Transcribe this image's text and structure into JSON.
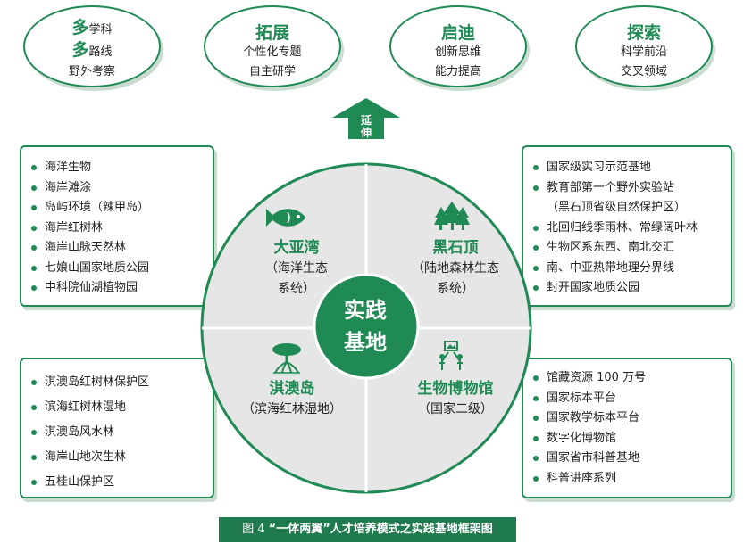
{
  "ovals": [
    {
      "rows": [
        {
          "big": "多",
          "rest": "学科"
        },
        {
          "big": "多",
          "rest": "路线"
        },
        {
          "big": "",
          "rest": "野外考察"
        }
      ]
    },
    {
      "title": "拓展",
      "lines": [
        "个性化专题",
        "自主研学"
      ]
    },
    {
      "title": "启迪",
      "lines": [
        "创新思维",
        "能力提高"
      ]
    },
    {
      "title": "探索",
      "lines": [
        "科学前沿",
        "交叉领域"
      ]
    }
  ],
  "arrow_label": "延伸",
  "center_label": [
    "实践",
    "基地"
  ],
  "quadrants": {
    "top_left": {
      "name": "大亚湾",
      "sub": [
        "（海洋生态",
        "系统）"
      ],
      "icon": "fish-icon"
    },
    "top_right": {
      "name": "黑石顶",
      "sub": [
        "（陆地森林生态",
        "系统）"
      ],
      "icon": "forest-icon"
    },
    "bottom_left": {
      "name": "淇澳岛",
      "sub": [
        "（滨海红林湿地）"
      ],
      "icon": "mangrove-icon"
    },
    "bottom_right": {
      "name": "生物博物馆",
      "sub": [
        "（国家二级）"
      ],
      "icon": "museum-icon"
    }
  },
  "boxes": {
    "top_left": [
      "海洋生物",
      "海岸滩涂",
      "岛屿环境（辣甲岛）",
      "海岸红树林",
      "海岸山脉天然林",
      "七娘山国家地质公园",
      "中科院仙湖植物园"
    ],
    "top_right": [
      "国家级实习示范基地",
      "教育部第一个野外实验站",
      "（黑石顶省级自然保护区）",
      "北回归线季雨林、常绿阔叶林",
      "生物区系东西、南北交汇",
      "南、中亚热带地理分界线",
      "封开国家地质公园"
    ],
    "bottom_left": [
      "淇澳岛红树林保护区",
      "滨海红树林湿地",
      "淇澳岛风水林",
      "海岸山地次生林",
      "五桂山保护区"
    ],
    "bottom_right": [
      "馆藏资源 100 万号",
      "国家标本平台",
      "国家教学标本平台",
      "数字化博物馆",
      "国家省市科普基地",
      "科普讲座系列"
    ]
  },
  "caption": {
    "fig": "图 4",
    "text": "“一体两翼”人才培养模式之实践基地框架图"
  },
  "colors": {
    "green": "#1f8a53",
    "light_gray": "#e6e6e6",
    "caption_bg": "#1f7a4d"
  }
}
